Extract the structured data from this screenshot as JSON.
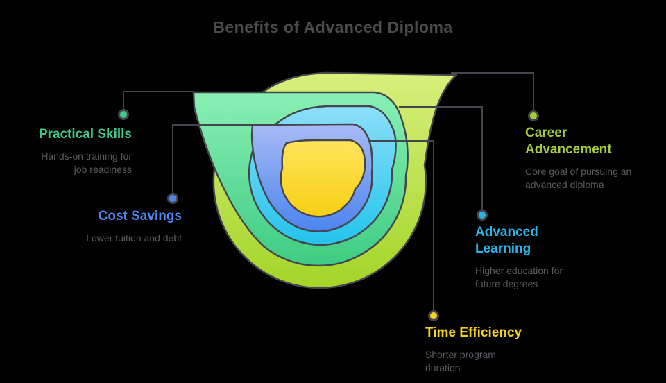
{
  "title": "Benefits of Advanced Diploma",
  "palette": {
    "background": "#000000",
    "outline": "#45464d",
    "title_text": "#4b4b4b",
    "description_text": "#585a5f"
  },
  "benefits": [
    {
      "id": "practical-skills",
      "label": "Practical Skills",
      "description": "Hands-on training for job readiness",
      "color": "#3fc98c"
    },
    {
      "id": "cost-savings",
      "label": "Cost Savings",
      "description": "Lower tuition and debt",
      "color": "#4d87ee"
    },
    {
      "id": "career-advancement",
      "label": "Career Advancement",
      "description": "Core goal of pursuing an advanced diploma",
      "color": "#a5cc39"
    },
    {
      "id": "advanced-learning",
      "label": "Advanced Learning",
      "description": "Higher education for future degrees",
      "color": "#27b4e8"
    },
    {
      "id": "time-efficiency",
      "label": "Time Efficiency",
      "description": "Shorter program duration",
      "color": "#f2d21f"
    }
  ]
}
